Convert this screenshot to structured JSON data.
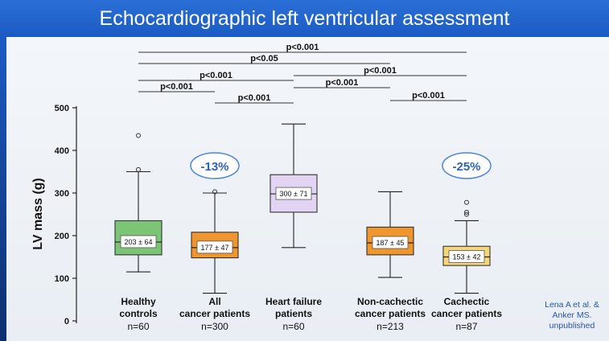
{
  "title": "Echocardiographic left ventricular assessment",
  "reference": {
    "line1": "Lena A et al. &",
    "line2": "Anker MS.",
    "line3": "unpublished"
  },
  "chart_data": {
    "type": "box",
    "ylabel": "LV mass (g)",
    "ylim": [
      0,
      500
    ],
    "yticks": [
      0,
      100,
      200,
      300,
      400,
      500
    ],
    "groups": [
      {
        "label": [
          "Healthy",
          "controls"
        ],
        "n": "n=60",
        "min": 115,
        "q1": 155,
        "median": 185,
        "q3": 235,
        "max": 350,
        "outliers": [
          355,
          435
        ],
        "stat": "203 ± 64",
        "color": "#7cc576"
      },
      {
        "label": [
          "All",
          "cancer patients"
        ],
        "n": "n=300",
        "min": 65,
        "q1": 148,
        "median": 172,
        "q3": 208,
        "max": 300,
        "outliers": [
          303
        ],
        "stat": "177 ± 47",
        "color": "#f0962e"
      },
      {
        "label": [
          "Heart failure",
          "patients"
        ],
        "n": "n=60",
        "min": 172,
        "q1": 255,
        "median": 298,
        "q3": 343,
        "max": 462,
        "outliers": [],
        "stat": "300 ± 71",
        "color": "#e3d4f4"
      },
      {
        "label": [
          "Non-cachectic",
          "cancer patients"
        ],
        "n": "n=213",
        "min": 102,
        "q1": 155,
        "median": 183,
        "q3": 220,
        "max": 303,
        "outliers": [],
        "stat": "187 ± 45",
        "color": "#f0962e"
      },
      {
        "label": [
          "Cachectic",
          "cancer patients"
        ],
        "n": "n=87",
        "min": 65,
        "q1": 130,
        "median": 150,
        "q3": 175,
        "max": 235,
        "outliers": [
          250,
          255,
          278
        ],
        "stat": "153 ± 42",
        "color": "#f7d67a"
      }
    ],
    "comparisons": [
      {
        "from": 0,
        "to": 4,
        "label": "p<0.001"
      },
      {
        "from": 0,
        "to": 3,
        "label": "p<0.05"
      },
      {
        "from": 2,
        "to": 4,
        "label": "p<0.001"
      },
      {
        "from": 0,
        "to": 2,
        "label": "p<0.001"
      },
      {
        "from": 2,
        "to": 3,
        "label": "p<0.001"
      },
      {
        "from": 0,
        "to": 1,
        "label": "p<0.001"
      },
      {
        "from": 1,
        "to": 2,
        "label": "p<0.001"
      },
      {
        "from": 3,
        "to": 4,
        "label": "p<0.001"
      }
    ],
    "annotations": [
      {
        "group": 1,
        "text": "-13%"
      },
      {
        "group": 4,
        "text": "-25%"
      }
    ]
  }
}
